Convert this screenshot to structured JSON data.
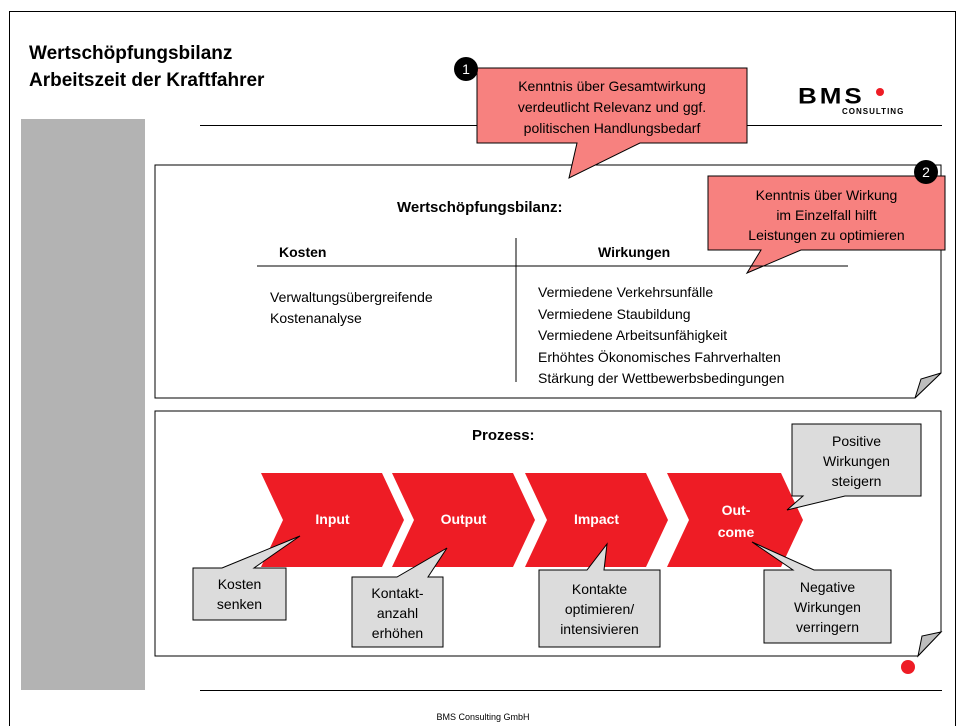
{
  "header": {
    "title_line1": "Wertschöpfungsbilanz",
    "title_line2": "Arbeitszeit der Kraftfahrer",
    "logo_text": "BMS",
    "logo_sub": "CONSULTING"
  },
  "callouts": {
    "one": {
      "number": "1",
      "text": [
        "Kenntnis über Gesamtwirkung",
        "verdeutlicht Relevanz und ggf.",
        "politischen Handlungsbedarf"
      ]
    },
    "two": {
      "number": "2",
      "text": [
        "Kenntnis über Wirkung",
        "im Einzelfall hilft",
        "Leistungen zu optimieren"
      ]
    }
  },
  "bilanz": {
    "heading": "Wertschöpfungsbilanz:",
    "costs_header": "Kosten",
    "effects_header": "Wirkungen",
    "costs": [
      "Verwaltungsübergreifende",
      "Kostenanalyse"
    ],
    "effects": [
      "Vermiedene Verkehrsunfälle",
      "Vermiedene Staubildung",
      "Vermiedene Arbeitsunfähigkeit",
      "Erhöhtes Ökonomisches Fahrverhalten",
      "Stärkung der Wettbewerbsbedingungen"
    ]
  },
  "process": {
    "heading": "Prozess:",
    "steps": [
      "Input",
      "Output",
      "Impact",
      "Out-",
      "come"
    ],
    "notes": {
      "input": [
        "Kosten",
        "senken"
      ],
      "output": [
        "Kontakt-",
        "anzahl",
        "erhöhen"
      ],
      "impact": [
        "Kontakte",
        "optimieren/",
        "intensivieren"
      ],
      "positive": [
        "Positive",
        "Wirkungen",
        "steigern"
      ],
      "negative": [
        "Negative",
        "Wirkungen",
        "verringern"
      ]
    }
  },
  "footer": {
    "company": "BMS Consulting GmbH"
  },
  "colors": {
    "accent_red": "#ee1c25",
    "callout_pink": "#f7817f",
    "note_grey": "#dcdcdc",
    "sidebar_grey": "#b3b3b3"
  }
}
